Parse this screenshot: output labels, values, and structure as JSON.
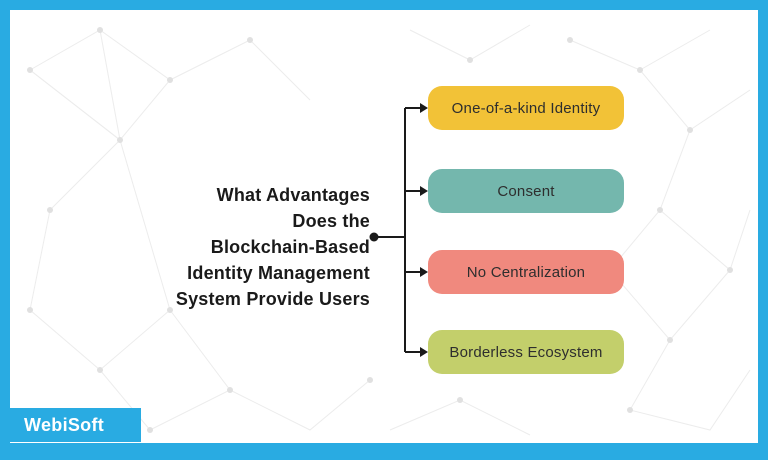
{
  "frame": {
    "accent_color": "#29abe2"
  },
  "brand": {
    "label": "WebiSoft"
  },
  "diagram": {
    "title": "What Advantages\nDoes the\nBlockchain-Based\nIdentity Management\nSystem Provide Users",
    "connector_color": "#1a1a1a",
    "boxes": [
      {
        "label": "One-of-a-kind Identity",
        "color": "#f2c237"
      },
      {
        "label": "Consent",
        "color": "#74b7ad"
      },
      {
        "label": "No Centralization",
        "color": "#f0897e"
      },
      {
        "label": "Borderless Ecosystem",
        "color": "#c3cf6b"
      }
    ]
  }
}
